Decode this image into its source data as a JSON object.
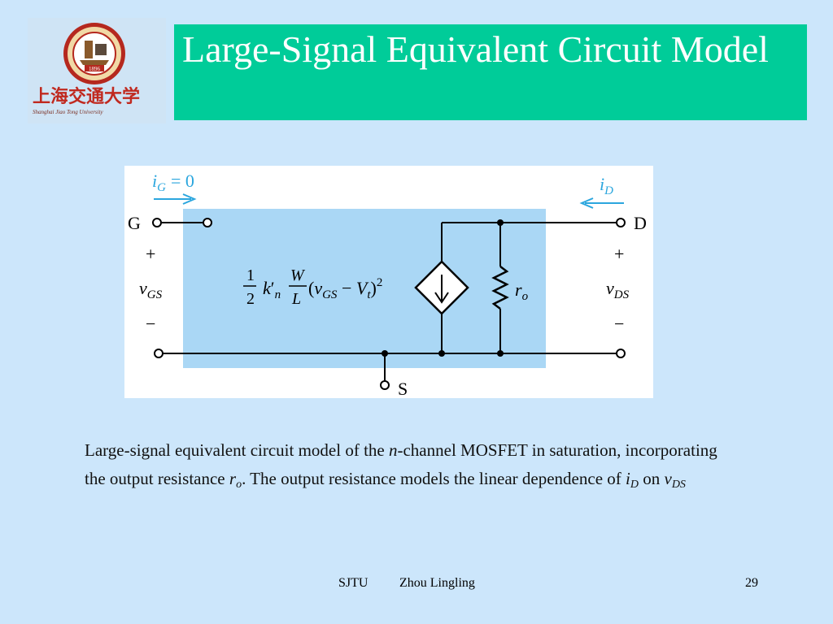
{
  "slide": {
    "title": "Large-Signal Equivalent Circuit Model",
    "logo": {
      "icon": "university-emblem-icon",
      "emblem_year": "1896",
      "chinese_name": "上海交通大学",
      "english_name": "Shanghai Jiao Tong University"
    },
    "figure": {
      "ig_label": "i",
      "ig_sub": "G",
      "ig_value": "= 0",
      "id_label": "i",
      "id_sub": "D",
      "g_label": "G",
      "d_label": "D",
      "s_label": "S",
      "plus": "+",
      "minus": "−",
      "vgs_label": "v",
      "vgs_sub": "GS",
      "vds_label": "v",
      "vds_sub": "DS",
      "ro_label": "r",
      "ro_sub": "o",
      "source_expr": {
        "half_num": "1",
        "half_den": "2",
        "k": "k",
        "k_prime": "′",
        "k_sub": "n",
        "w": "W",
        "l": "L",
        "paren_open": "(",
        "v": "v",
        "v_sub": "GS",
        "minus": " − ",
        "vt": "V",
        "vt_sub": "t",
        "paren_close": ")",
        "exp": "2"
      },
      "colors": {
        "shade": "#aad7f5",
        "arrow": "#2ba6de",
        "wire": "#000000"
      }
    },
    "caption": {
      "p1": "Large-signal equivalent circuit model of the ",
      "n": "n",
      "p2": "-channel MOSFET in saturation, incorporating the output resistance ",
      "r": "r",
      "r_sub": "o",
      "p3": ". The output resistance models the linear dependence of ",
      "i": "i",
      "i_sub": "D",
      "p4": " on ",
      "v": "v",
      "v_sub": "DS"
    },
    "footer": {
      "org": "SJTU",
      "author": "Zhou Lingling",
      "page": "29"
    }
  }
}
